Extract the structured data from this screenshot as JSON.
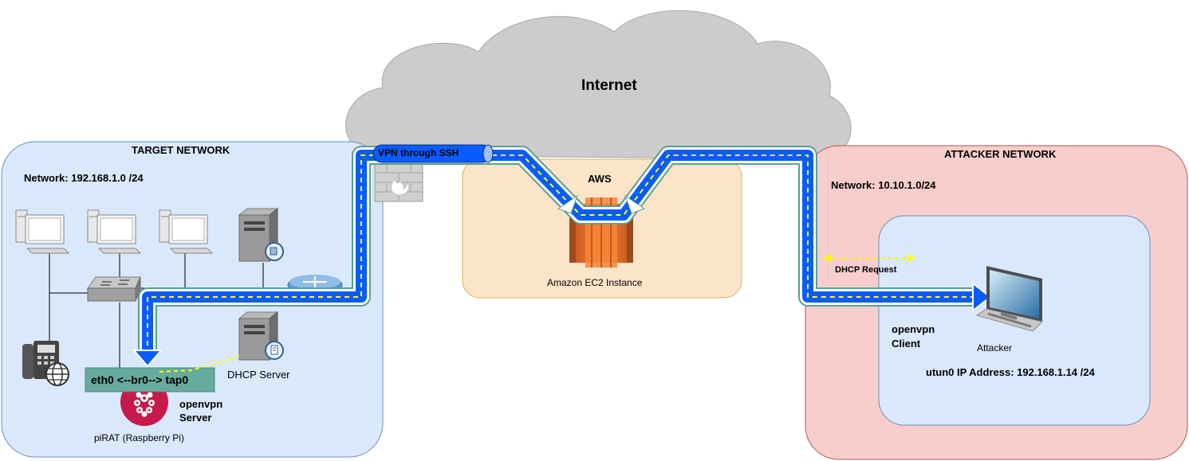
{
  "internet": {
    "label": "Internet"
  },
  "target": {
    "title": "TARGET NETWORK",
    "network": "Network: 192.168.1.0 /24",
    "bridge_label": "eth0 <--br0--> tap0",
    "dhcp_server_label": "DHCP Server",
    "openvpn_server_label": [
      "openvpn",
      "Server"
    ],
    "pirat_label": "piRAT (Raspberry Pi)"
  },
  "aws": {
    "title": "AWS",
    "instance_label": "Amazon EC2 Instance"
  },
  "tunnel": {
    "label": "VPN through SSH"
  },
  "attacker": {
    "title": "ATTACKER NETWORK",
    "network": "Network: 10.10.1.0/24",
    "dhcp_request": "DHCP Request",
    "openvpn_client_label": [
      "openvpn",
      "Client"
    ],
    "attacker_label": "Attacker",
    "utun_label": "utun0 IP Address: 192.168.1.14 /24"
  },
  "colors": {
    "cloud": "#cccccc",
    "target_bg": "#dae8fc",
    "target_border": "#6c8ebf",
    "aws_bg": "#fce4c8",
    "aws_border": "#d6b656",
    "attacker_bg": "#f8cecc",
    "attacker_border": "#b85450",
    "tunnel": "#0a5cff",
    "bridge_bg": "#67ab9f",
    "dashed": "#ffff00",
    "pi": "#c51a4a",
    "ec2": "#f58536"
  }
}
